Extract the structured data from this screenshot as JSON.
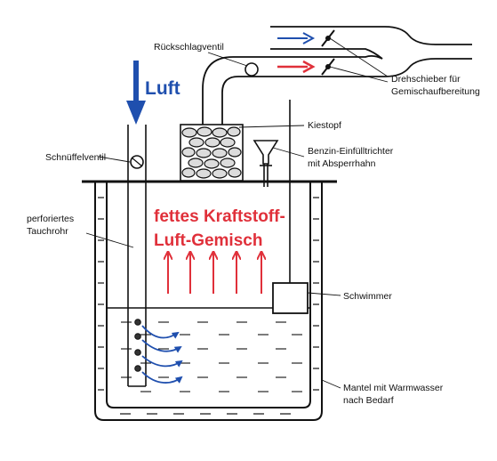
{
  "labels": {
    "luft": "Luft",
    "rueckschlagventil": "Rückschlagventil",
    "drehschieber_line1": "Drehschieber für",
    "drehschieber_line2": "Gemischaufbereitung",
    "kiestopf": "Kiestopf",
    "einfuell_line1": "Benzin-Einfülltrichter",
    "einfuell_line2": "mit Absperrhahn",
    "schnueffelventil": "Schnüffelventil",
    "tauchrohr_line1": "perforiertes",
    "tauchrohr_line2": "Tauchrohr",
    "gemisch_line1": "fettes Kraftstoff-",
    "gemisch_line2": "Luft-Gemisch",
    "schwimmer": "Schwimmer",
    "mantel_line1": "Mantel mit Warmwasser",
    "mantel_line2": "nach Bedarf"
  },
  "colors": {
    "air_blue": "#1f4fae",
    "mixture_red": "#e0303a",
    "line": "#111111",
    "pebble_fill": "#dcdcdc"
  }
}
